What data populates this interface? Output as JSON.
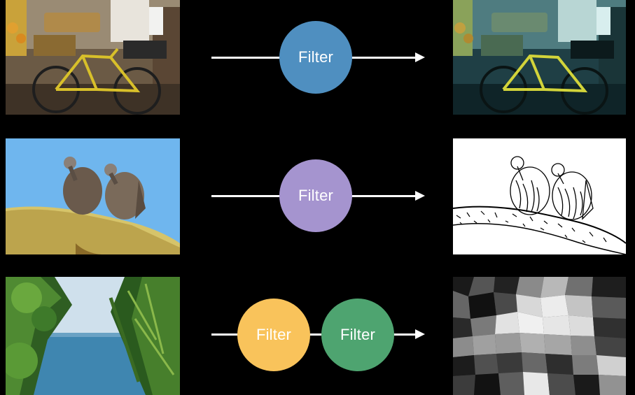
{
  "rows": [
    {
      "filters": [
        {
          "label": "Filter",
          "color": "#4f8fc0"
        }
      ]
    },
    {
      "filters": [
        {
          "label": "Filter",
          "color": "#a594cf"
        }
      ]
    },
    {
      "filters": [
        {
          "label": "Filter",
          "color": "#f9c35b"
        },
        {
          "label": "Filter",
          "color": "#4ea470"
        }
      ]
    }
  ],
  "images": {
    "row1_input": "bicycle-photo",
    "row1_output": "bicycle-photo-teal-tinted",
    "row2_input": "vultures-photo",
    "row2_output": "vultures-line-sketch",
    "row3_input": "seaside-foliage-photo",
    "row3_output": "seaside-crystallized-grayscale"
  }
}
